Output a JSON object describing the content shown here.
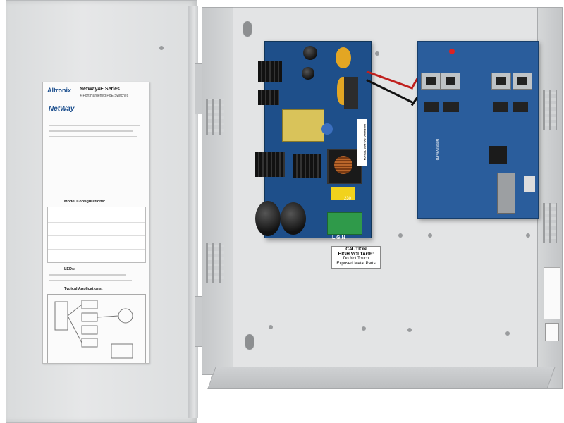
{
  "door_label": {
    "brand": "Altronix",
    "series_title": "NetWay4E Series",
    "series_subtitle": "4-Port Hardened PoE Switches",
    "product_logo": "NetWay",
    "model_configurations": "Model Configurations:",
    "leds": "LEDs:",
    "typical_applications": "Typical Applications:"
  },
  "caution_label": {
    "line1": "CAUTION",
    "line2": "HIGH VOLTAGE:",
    "line3": "Do Not Touch",
    "line4": "Exposed Metal Parts"
  },
  "pcb_warning": {
    "line1": "WARNING",
    "line2": "DO NOT TOUCH"
  },
  "power_board": {
    "terminal_text": "L G N",
    "voltage_marking": "230"
  },
  "switch_board": {
    "model_text": "NetWay4EPB"
  },
  "colors": {
    "enclosure": "#e3e4e5",
    "pcb_power": "#1e4f8a",
    "pcb_switch": "#2a5d9c",
    "terminal_green": "#2f9a4a",
    "wire_red": "#c0201e"
  }
}
